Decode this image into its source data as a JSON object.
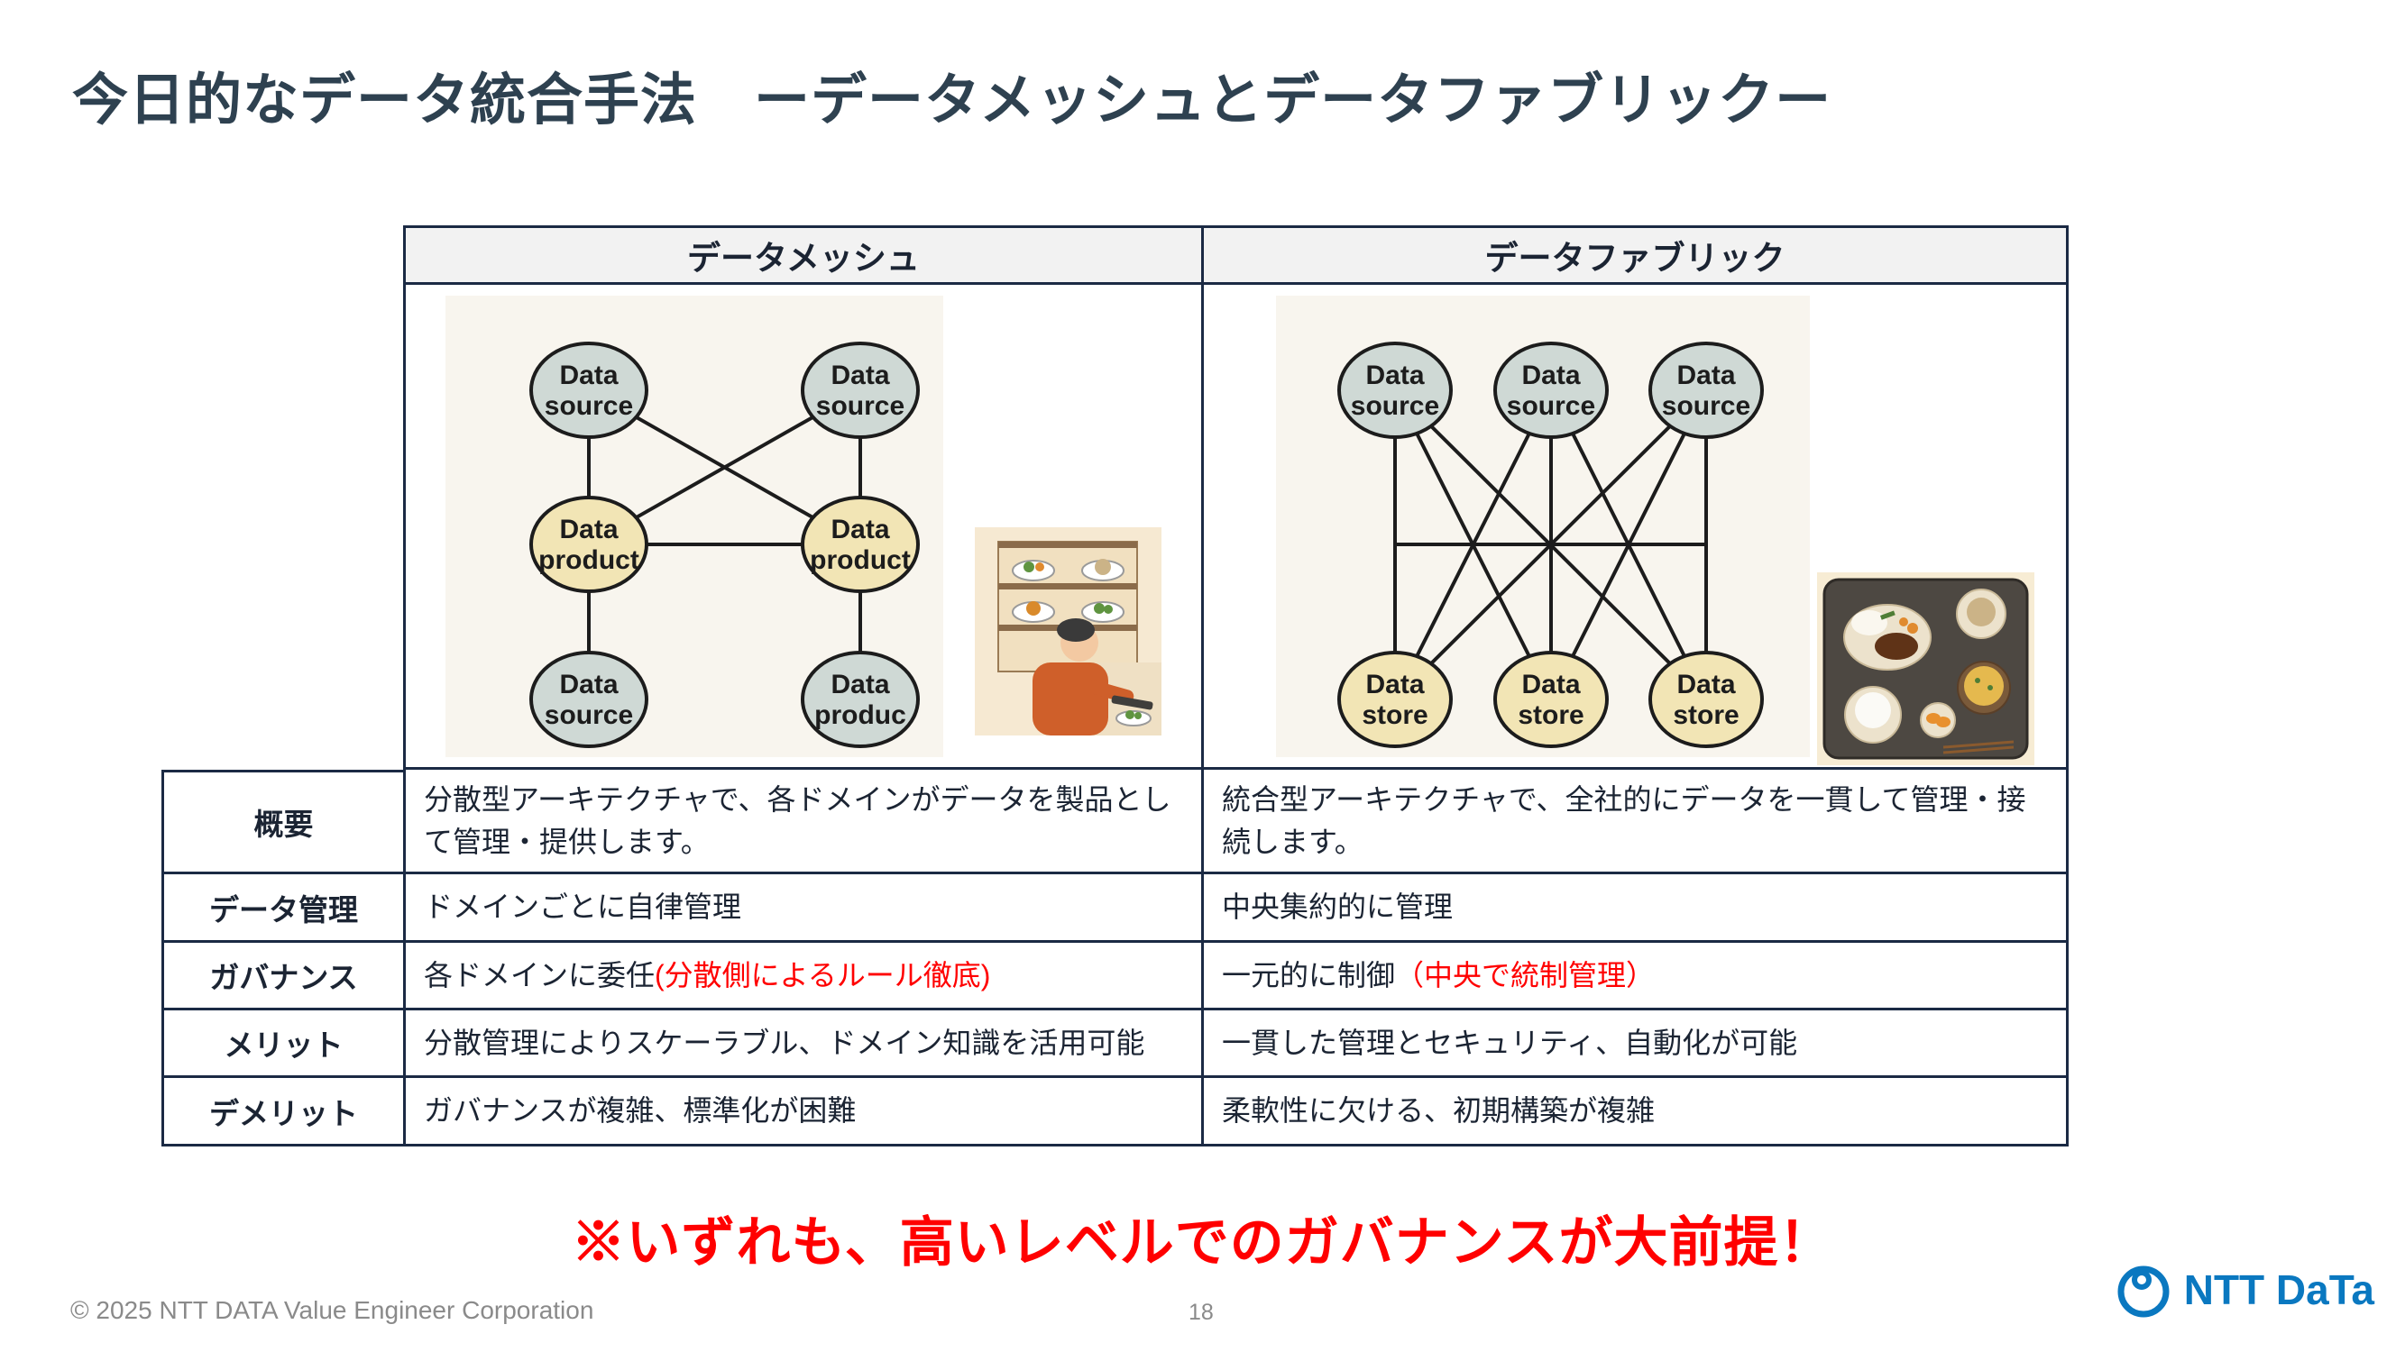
{
  "title": "今日的なデータ統合手法　ーデータメッシュとデータファブリックー",
  "table": {
    "columns": [
      "データメッシュ",
      "データファブリック"
    ],
    "rows": [
      {
        "label": "概要",
        "mesh": "分散型アーキテクチャで、各ドメインがデータを製品として管理・提供します。",
        "mesh_red": "",
        "fabric": "統合型アーキテクチャで、全社的にデータを一貫して管理・接続します。",
        "fabric_red": ""
      },
      {
        "label": "データ管理",
        "mesh": "ドメインごとに自律管理",
        "mesh_red": "",
        "fabric": "中央集約的に管理",
        "fabric_red": ""
      },
      {
        "label": "ガバナンス",
        "mesh": "各ドメインに委任",
        "mesh_red": "(分散側によるルール徹底)",
        "fabric": "一元的に制御",
        "fabric_red": "（中央で統制管理）"
      },
      {
        "label": "メリット",
        "mesh": "分散管理によりスケーラブル、ドメイン知識を活用可能",
        "mesh_red": "",
        "fabric": "一貫した管理とセキュリティ、自動化が可能",
        "fabric_red": ""
      },
      {
        "label": "デメリット",
        "mesh": "ガバナンスが複雑、標準化が困難",
        "mesh_red": "",
        "fabric": "柔軟性に欠ける、初期構築が複雑",
        "fabric_red": ""
      }
    ]
  },
  "diagrams": {
    "mesh": {
      "nodes": [
        {
          "l1": "Data",
          "l2": "source"
        },
        {
          "l1": "Data",
          "l2": "source"
        },
        {
          "l1": "Data",
          "l2": "product"
        },
        {
          "l1": "Data",
          "l2": "product"
        },
        {
          "l1": "Data",
          "l2": "source"
        },
        {
          "l1": "Data",
          "l2": "produc"
        }
      ]
    },
    "fabric": {
      "nodes": [
        {
          "l1": "Data",
          "l2": "source"
        },
        {
          "l1": "Data",
          "l2": "source"
        },
        {
          "l1": "Data",
          "l2": "source"
        },
        {
          "l1": "Data",
          "l2": "store"
        },
        {
          "l1": "Data",
          "l2": "store"
        },
        {
          "l1": "Data",
          "l2": "store"
        }
      ]
    }
  },
  "note": "※いずれも、高いレベルでのガバナンスが大前提！",
  "footer": {
    "copyright": "© 2025 NTT DATA Value Engineer Corporation",
    "page": "18",
    "logo_text": "NTT DaTa"
  },
  "colors": {
    "title": "#2e4150",
    "table_border": "#1b2a44",
    "header_bg": "#f2f2f2",
    "node_gray": "#cfd9d5",
    "node_yellow": "#f2e5b5",
    "diagram_cream": "#f8f5ee",
    "illustration_cream": "#f6e9d2",
    "alert_red": "#ff0000",
    "footer_gray": "#8a8a8a",
    "logo_blue": "#0a78c0"
  }
}
